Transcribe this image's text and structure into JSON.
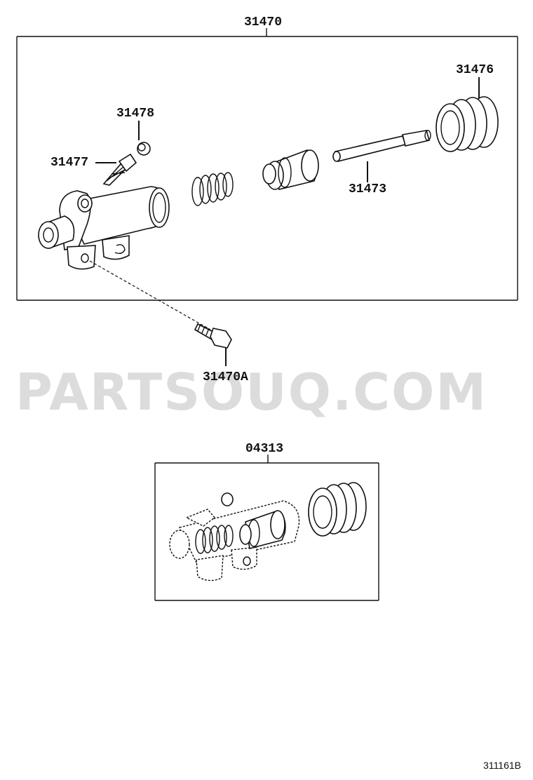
{
  "watermark": "PARTSOUQ.COM",
  "diagram_code": "311161B",
  "labels": {
    "assembly": "31470",
    "boot": "31476",
    "cap": "31478",
    "bleeder": "31477",
    "push_rod": "31473",
    "bolt": "31470A",
    "kit": "04313"
  }
}
